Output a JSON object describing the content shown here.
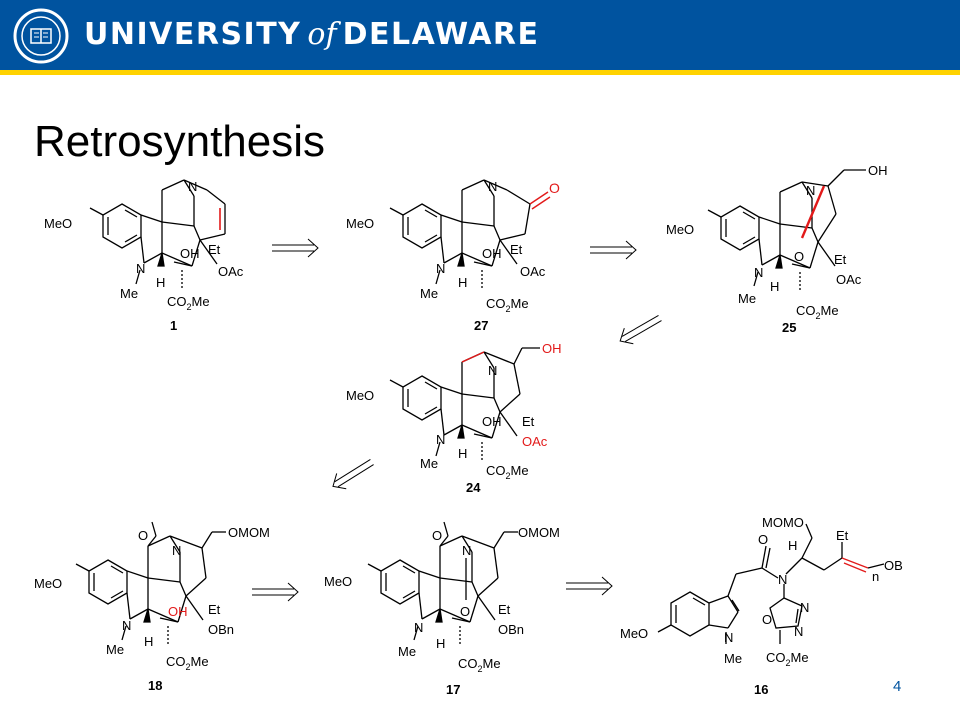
{
  "header": {
    "university_pre": "UNIVERSITY",
    "university_of": "of",
    "university_post": "DELAWARE",
    "brand_color": "#00539f",
    "accent_color": "#ffd200"
  },
  "slide": {
    "title": "Retrosynthesis",
    "page_number": "4"
  },
  "labels": {
    "meo": "MeO",
    "n": "N",
    "me": "Me",
    "h": "H",
    "oh": "OH",
    "et": "Et",
    "oac": "OAc",
    "obn": "OBn",
    "co2me_co": "CO",
    "co2me_2": "2",
    "co2me_me": "Me",
    "o": "O",
    "omom": "OMOM",
    "momo": "MOMO",
    "ob": "OB",
    "n_lower": "n"
  },
  "compounds": [
    {
      "id": "1"
    },
    {
      "id": "27"
    },
    {
      "id": "25"
    },
    {
      "id": "24"
    },
    {
      "id": "18"
    },
    {
      "id": "17"
    },
    {
      "id": "16"
    }
  ],
  "highlight_color": "#e21a1a"
}
